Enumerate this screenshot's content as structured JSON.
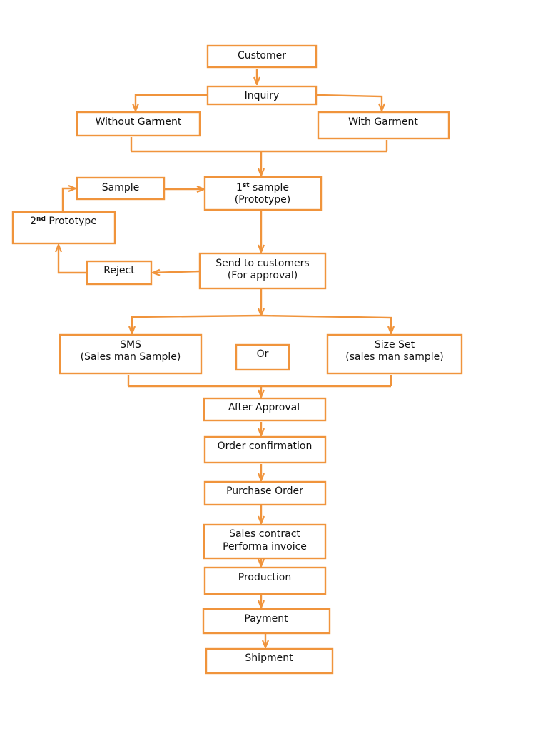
{
  "colors": {
    "stroke": "#f0943c",
    "text": "#111111",
    "background": "#ffffff"
  },
  "nodes": {
    "customer": {
      "line1": "Customer"
    },
    "inquiry": {
      "line1": "Inquiry"
    },
    "without_garment": {
      "line1": "Without Garment"
    },
    "with_garment": {
      "line1": "With Garment"
    },
    "sample": {
      "line1": "Sample"
    },
    "first_sample": {
      "line1_pre": "1",
      "line1_sup": "st",
      "line1_post": " sample",
      "line2": "(Prototype)"
    },
    "second_prototype": {
      "line1_pre": "2",
      "line1_sup": "nd",
      "line1_post": " Prototype"
    },
    "reject": {
      "line1": "Reject"
    },
    "send_to_customers": {
      "line1": "Send to customers",
      "line2": "(For approval)"
    },
    "sms": {
      "line1": "SMS",
      "line2": "(Sales man Sample)"
    },
    "or": {
      "line1": "Or"
    },
    "size_set": {
      "line1": "Size Set",
      "line2": "(sales man sample)"
    },
    "after_approval": {
      "line1": "After Approval"
    },
    "order_confirmation": {
      "line1": "Order confirmation"
    },
    "purchase_order": {
      "line1": "Purchase Order"
    },
    "sales_contract": {
      "line1": "Sales contract",
      "line2": "Performa invoice"
    },
    "production": {
      "line1": "Production"
    },
    "payment": {
      "line1": "Payment"
    },
    "shipment": {
      "line1": "Shipment"
    }
  }
}
